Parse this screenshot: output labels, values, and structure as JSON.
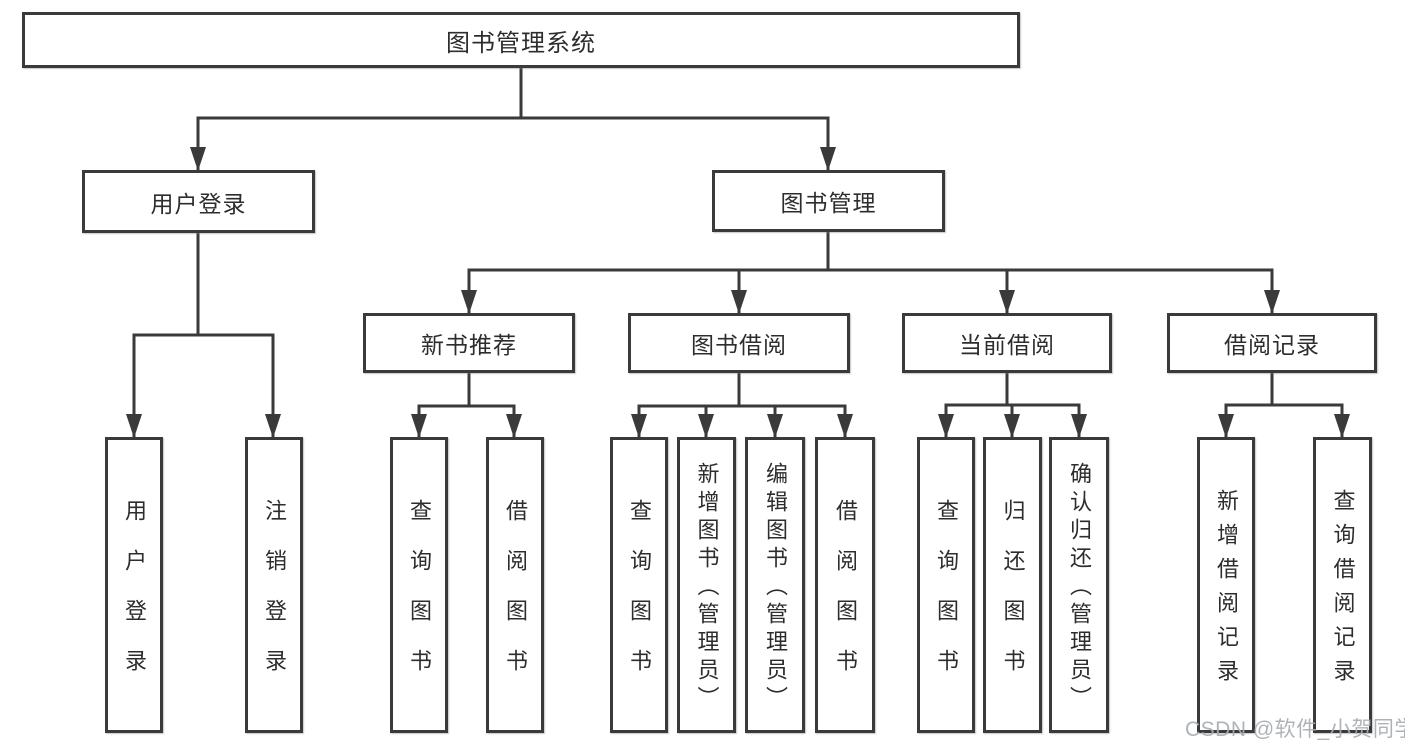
{
  "colors": {
    "line": "#3a3a3a",
    "box_border": "#3a3a3a",
    "box_fill": "#ffffff",
    "text": "#2d2d2d",
    "watermark_text": "#a9adb2"
  },
  "tree": {
    "root": {
      "label": "图书管理系统"
    },
    "branches": [
      {
        "label": "用户登录",
        "children": [
          {
            "label": "用户登录"
          },
          {
            "label": "注销登录"
          }
        ]
      },
      {
        "label": "图书管理",
        "children": [
          {
            "label": "新书推荐",
            "children": [
              {
                "label": "查询图书"
              },
              {
                "label": "借阅图书"
              }
            ]
          },
          {
            "label": "图书借阅",
            "children": [
              {
                "label": "查询图书"
              },
              {
                "label": "新增图书（管理员）"
              },
              {
                "label": "编辑图书（管理员）"
              },
              {
                "label": "借阅图书"
              }
            ]
          },
          {
            "label": "当前借阅",
            "children": [
              {
                "label": "查询图书"
              },
              {
                "label": "归还图书"
              },
              {
                "label": "确认归还（管理员）"
              }
            ]
          },
          {
            "label": "借阅记录",
            "children": [
              {
                "label": "新增借阅记录"
              },
              {
                "label": "查询借阅记录"
              }
            ]
          }
        ]
      }
    ]
  },
  "watermark": {
    "text": "CSDN @软件_小贺同学"
  }
}
